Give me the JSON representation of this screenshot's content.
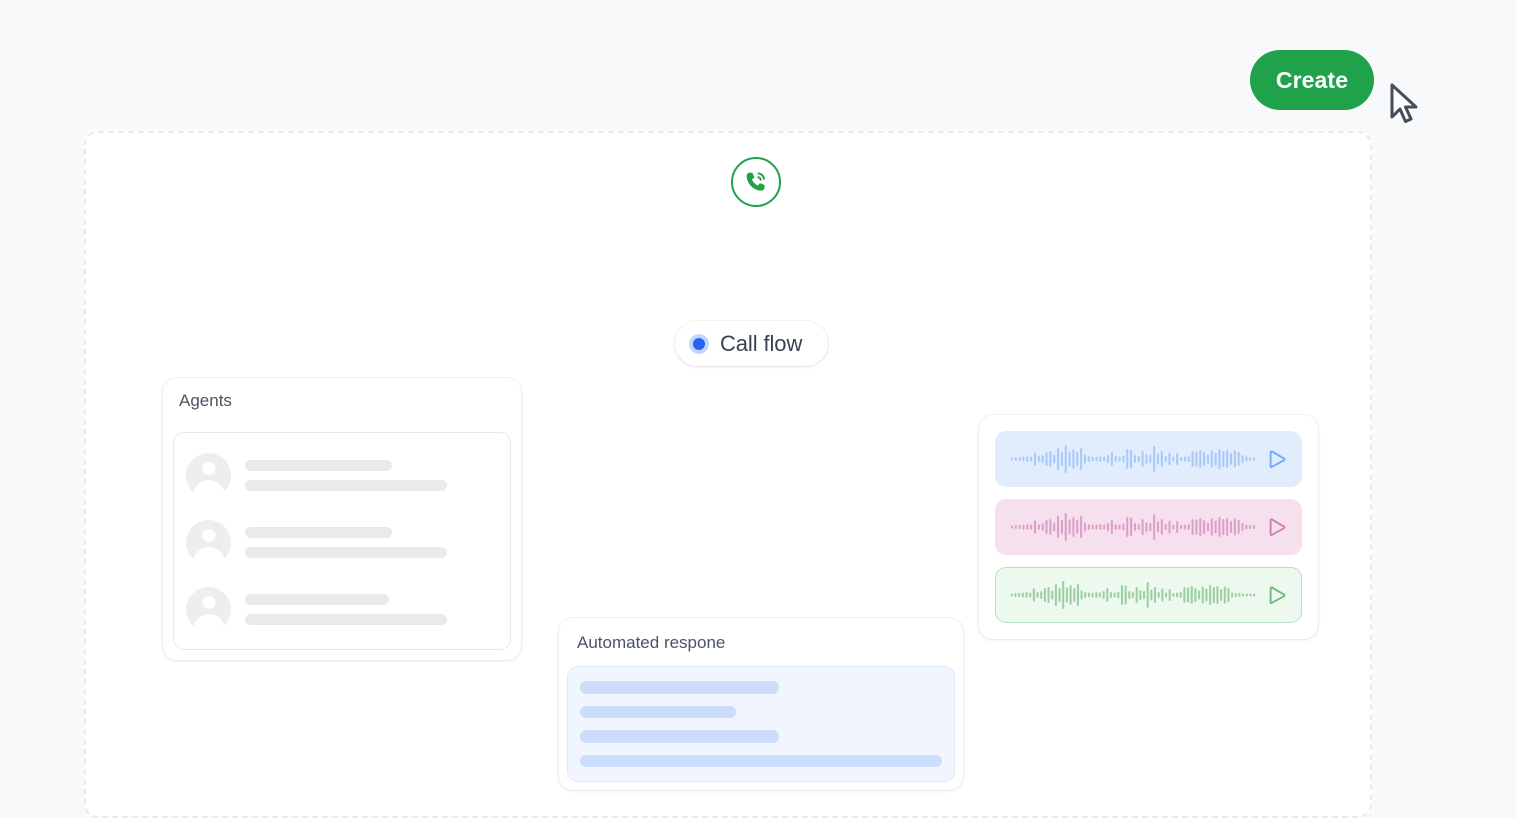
{
  "page": {
    "background_color": "#f7f9fb",
    "canvas_background": "#ffffff",
    "canvas_border_color": "#e8eaee"
  },
  "toolbar": {
    "create_label": "Create",
    "create_color": "#1fa24a",
    "cursor_icon": "mouse-pointer-icon"
  },
  "flow": {
    "start_node": {
      "icon": "phone-call-icon",
      "color": "#1fa24a"
    },
    "call_flow_node": {
      "label": "Call flow",
      "dot_color": "#2563f5",
      "dot_halo_color": "#c3d7fe"
    },
    "decision_node": {
      "shape": "diamond",
      "port_count": 4,
      "line_color": "#ced2da"
    }
  },
  "agents_card": {
    "title": "Agents",
    "rows": [
      {
        "avatar": "user-avatar-icon",
        "line1_width": "58%",
        "line2_width": "80%"
      },
      {
        "avatar": "user-avatar-icon",
        "line1_width": "58%",
        "line2_width": "80%"
      },
      {
        "avatar": "user-avatar-icon",
        "line1_width": "57%",
        "line2_width": "80%"
      }
    ],
    "skeleton_color": "#e9eaec",
    "avatar_color": "#eceef0"
  },
  "automated_card": {
    "title": "Automated respone",
    "lines": [
      {
        "width": "55%"
      },
      {
        "width": "43%"
      },
      {
        "width": "55%"
      },
      {
        "width": "100%"
      }
    ],
    "body_background": "#f1f5fe",
    "skeleton_color": "#ccdcfb"
  },
  "audio_panel": {
    "cards": [
      {
        "name": "audio-clip-blue",
        "background": "#e1edfd",
        "wave_color": "#a8c9fb",
        "play_color": "#76a9f7",
        "border": "transparent",
        "selected": false
      },
      {
        "name": "audio-clip-pink",
        "background": "#f7e0ee",
        "wave_color": "#dd9ec7",
        "play_color": "#d081b3",
        "border": "transparent",
        "selected": false
      },
      {
        "name": "audio-clip-green",
        "background": "#edf8ee",
        "wave_color": "#9ccfa3",
        "play_color": "#74b980",
        "border": "#b9dfbe",
        "selected": true
      }
    ],
    "play_icon": "play-triangle-icon",
    "waveform_icon": "audio-waveform-icon",
    "wave_amplitudes": [
      3,
      4,
      4,
      5,
      6,
      5,
      13,
      6,
      8,
      14,
      16,
      9,
      22,
      14,
      28,
      15,
      20,
      14,
      22,
      9,
      6,
      5,
      5,
      6,
      5,
      8,
      14,
      6,
      5,
      7,
      20,
      19,
      8,
      6,
      16,
      10,
      8,
      26,
      11,
      16,
      6,
      13,
      5,
      12,
      4,
      5,
      6,
      16,
      15,
      18,
      14,
      9,
      17,
      13,
      20,
      16,
      18,
      12,
      17,
      14,
      8,
      5,
      4,
      4
    ],
    "wave_amplitudes_green": [
      3,
      4,
      4,
      5,
      6,
      5,
      13,
      6,
      8,
      14,
      16,
      9,
      22,
      14,
      28,
      15,
      20,
      14,
      22,
      9,
      6,
      5,
      5,
      6,
      5,
      8,
      14,
      6,
      5,
      7,
      20,
      19,
      8,
      6,
      16,
      10,
      8,
      26,
      11,
      16,
      6,
      13,
      5,
      12,
      4,
      5,
      6,
      16,
      15,
      18,
      14,
      9,
      17,
      13,
      20,
      16,
      18,
      12,
      17,
      14,
      5,
      4,
      4,
      3,
      3,
      3,
      3
    ]
  }
}
